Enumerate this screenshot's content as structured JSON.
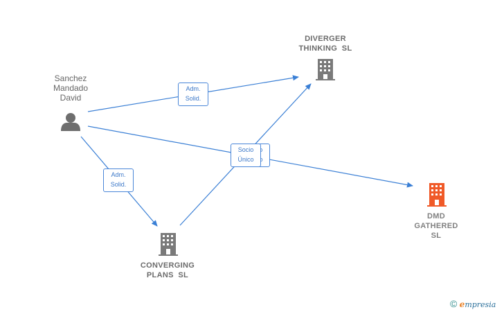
{
  "colors": {
    "edge": "#3a7fd5",
    "building_gray": "#7a7a7a",
    "building_highlight": "#f05a28",
    "person_gray": "#6e6e6e"
  },
  "nodes": {
    "person": {
      "lines": [
        "Sanchez",
        "Mandado",
        "David"
      ],
      "icon": "person-icon"
    },
    "diverger": {
      "lines": [
        "DIVERGER",
        "THINKING  SL"
      ],
      "icon": "building-icon"
    },
    "dmd": {
      "lines": [
        "DMD",
        "GATHERED",
        "SL"
      ],
      "icon": "building-icon"
    },
    "converging": {
      "lines": [
        "CONVERGING",
        "PLANS  SL"
      ],
      "icon": "building-icon"
    }
  },
  "edges": {
    "person_to_diverger": {
      "label": [
        "Adm.",
        "Solid."
      ]
    },
    "person_to_converging": {
      "label": [
        "Adm.",
        "Solid."
      ]
    },
    "person_to_dmd": {
      "label": [
        "Socio",
        "Único"
      ]
    },
    "converging_to_diverger": {
      "label": [
        "Socio",
        "Único"
      ]
    }
  },
  "brand": {
    "copyright": "©",
    "initial": "e",
    "rest": "mpresia"
  }
}
